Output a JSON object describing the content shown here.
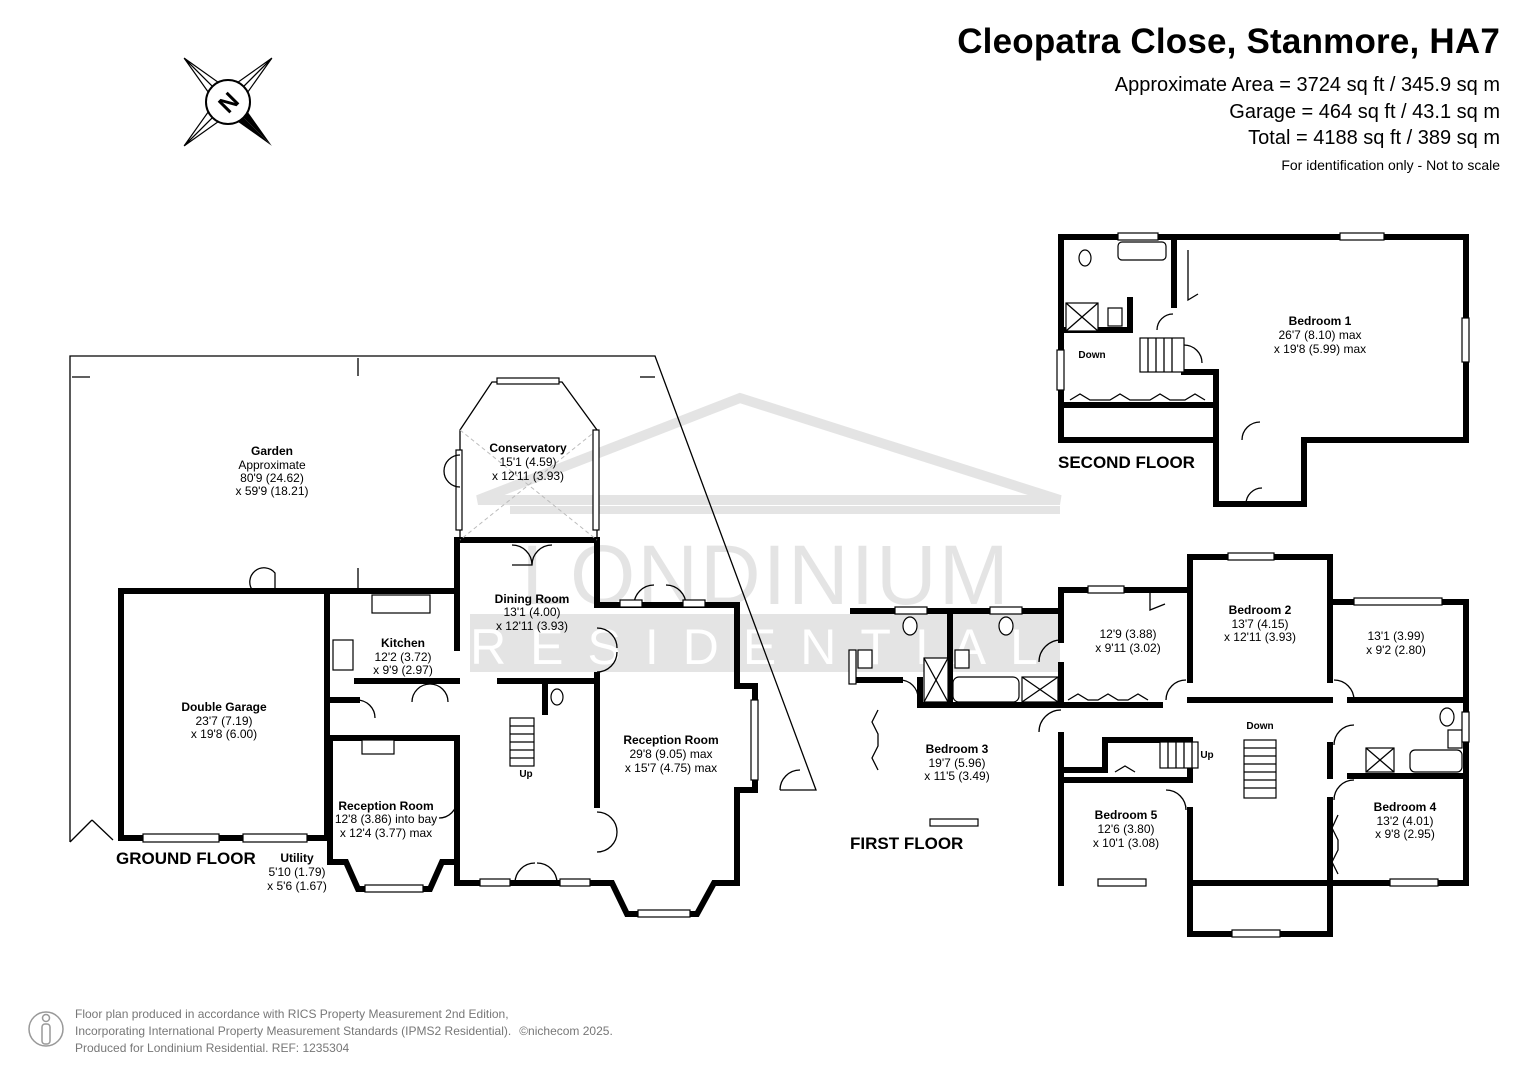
{
  "header": {
    "title": "Cleopatra Close, Stanmore, HA7",
    "approx_area": "Approximate Area = 3724 sq ft / 345.9 sq m",
    "garage_area": "Garage = 464 sq ft / 43.1 sq m",
    "total_area": "Total = 4188 sq ft / 389 sq m",
    "note": "For identification only - Not to scale"
  },
  "compass": {
    "letter": "N",
    "icon": "compass-rose-icon"
  },
  "watermark": {
    "line1": "LONDINIUM",
    "line2": "RESIDENTIAL"
  },
  "floors": {
    "ground": "GROUND FLOOR",
    "first": "FIRST FLOOR",
    "second": "SECOND FLOOR"
  },
  "rooms": {
    "garden": {
      "name": "Garden",
      "line1": "Approximate",
      "line2": "80'9 (24.62)",
      "line3": "x 59'9 (18.21)"
    },
    "conservatory": {
      "name": "Conservatory",
      "line1": "15'1 (4.59)",
      "line2": "x 12'11 (3.93)"
    },
    "double_garage": {
      "name": "Double Garage",
      "line1": "23'7 (7.19)",
      "line2": "x 19'8 (6.00)"
    },
    "kitchen": {
      "name": "Kitchen",
      "line1": "12'2 (3.72)",
      "line2": "x 9'9 (2.97)"
    },
    "dining_room": {
      "name": "Dining Room",
      "line1": "13'1 (4.00)",
      "line2": "x 12'11 (3.93)"
    },
    "reception_room_large": {
      "name": "Reception Room",
      "line1": "29'8 (9.05) max",
      "line2": "x 15'7 (4.75) max"
    },
    "reception_room_small": {
      "name": "Reception Room",
      "line1": "12'8 (3.86) into bay",
      "line2": "x 12'4 (3.77) max"
    },
    "utility": {
      "name": "Utility",
      "line1": "5'10 (1.79)",
      "line2": "x 5'6 (1.67)"
    },
    "bedroom_1": {
      "name": "Bedroom 1",
      "line1": "26'7 (8.10) max",
      "line2": "x 19'8 (5.99) max"
    },
    "bedroom_2": {
      "name": "Bedroom 2",
      "line1": "13'7 (4.15)",
      "line2": "x 12'11 (3.93)"
    },
    "bedroom_2_left": {
      "line1": "12'9 (3.88)",
      "line2": "x 9'11 (3.02)"
    },
    "bedroom_2_right": {
      "line1": "13'1 (3.99)",
      "line2": "x 9'2 (2.80)"
    },
    "bedroom_3": {
      "name": "Bedroom 3",
      "line1": "19'7 (5.96)",
      "line2": "x 11'5 (3.49)"
    },
    "bedroom_4": {
      "name": "Bedroom 4",
      "line1": "13'2 (4.01)",
      "line2": "x 9'8 (2.95)"
    },
    "bedroom_5": {
      "name": "Bedroom 5",
      "line1": "12'6 (3.80)",
      "line2": "x 10'1 (3.08)"
    }
  },
  "stair_labels": {
    "ground_up": "Up",
    "first_up": "Up",
    "first_down": "Down",
    "second_down": "Down"
  },
  "footer": {
    "line1": "Floor plan produced in accordance with RICS Property Measurement 2nd Edition,",
    "line2": "Incorporating International Property Measurement Standards (IPMS2 Residential).",
    "credit": "©nichecom 2025.",
    "line3": "Produced for Londinium Residential.   REF: 1235304",
    "icon": "person-icon"
  }
}
